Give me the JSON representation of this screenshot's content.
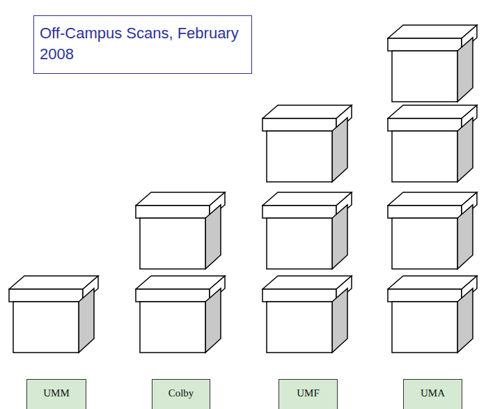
{
  "diagram": {
    "title": "Off-Campus Scans, February 2008",
    "nodes": [
      {
        "text": [
          "UMM"
        ]
      },
      {
        "text": [
          "Colby"
        ]
      },
      {
        "text": [
          "UMF"
        ]
      },
      {
        "text": [
          "UMA"
        ]
      }
    ]
  }
}
